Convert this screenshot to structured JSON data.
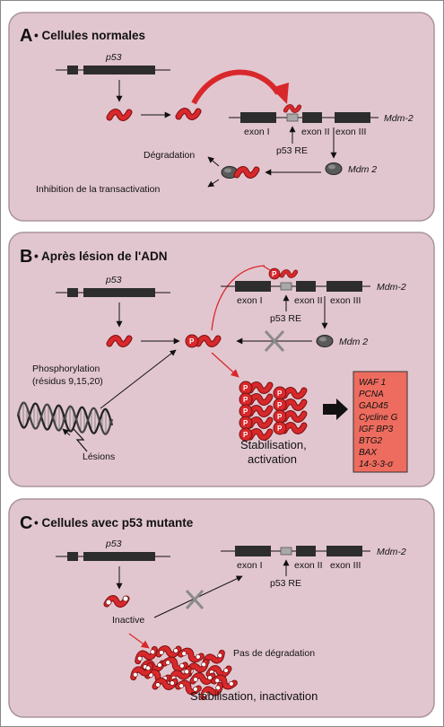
{
  "panels": [
    {
      "letter": "A",
      "title": "• Cellules normales",
      "gene_label": "p53",
      "gene_target": "Mdm-2",
      "exon1": "exon I",
      "exon2": "exon II",
      "exon3": "exon III",
      "p53re": "p53 RE",
      "degradation": "Dégradation",
      "mdm2_protein": "Mdm 2",
      "inhibition": "Inhibition de la transactivation"
    },
    {
      "letter": "B",
      "title": "• Après lésion de l'ADN",
      "gene_label": "p53",
      "gene_target": "Mdm-2",
      "exon1": "exon I",
      "exon2": "exon II",
      "exon3": "exon III",
      "p53re": "p53 RE",
      "mdm2_protein": "Mdm 2",
      "phospho1": "Phosphorylation",
      "phospho2": "(résidus 9,15,20)",
      "lesions": "Lésions",
      "stab1": "Stabilisation,",
      "stab2": "activation",
      "p_label": "P",
      "targets": [
        "WAF 1",
        "PCNA",
        "GAD45",
        "Cycline G",
        "IGF BP3",
        "BTG2",
        "BAX",
        "14-3-3-σ"
      ]
    },
    {
      "letter": "C",
      "title": "• Cellules avec p53 mutante",
      "gene_label": "p53",
      "gene_target": "Mdm-2",
      "exon1": "exon I",
      "exon2": "exon II",
      "exon3": "exon III",
      "p53re": "p53 RE",
      "inactive": "Inactive",
      "no_degradation": "Pas de dégradation",
      "stab_inact": "Stabilisation, inactivation"
    }
  ],
  "colors": {
    "panel_bg": "#e2c6cf",
    "panel_border": "#a9949b",
    "red": "#d8282b",
    "dark": "#2d2d2d",
    "target_box": "#ee6c5f"
  }
}
